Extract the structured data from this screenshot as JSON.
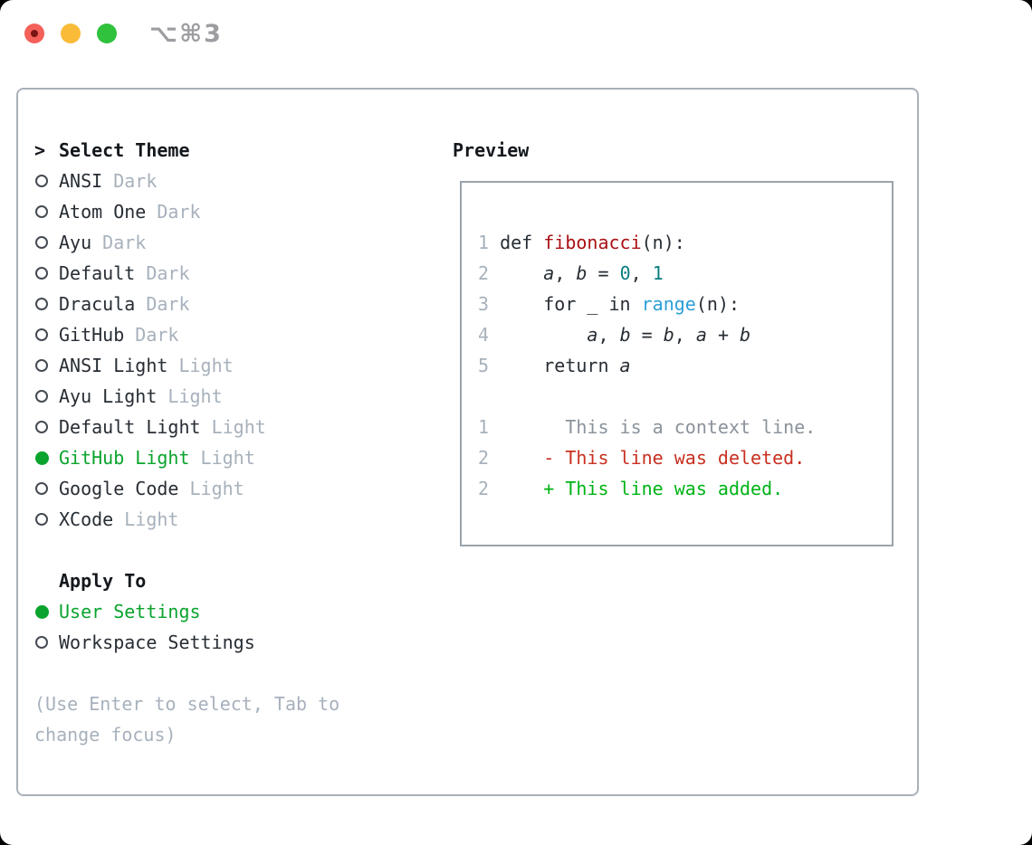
{
  "window": {
    "title": "⌥⌘3"
  },
  "colors": {
    "accent-green": "#0aa32d",
    "diff-add": "#00b316",
    "diff-del": "#c8301f",
    "syn-red": "#a91115",
    "syn-teal": "#0a7d80",
    "syn-blue": "#2b9fd8",
    "ink": "#272d34",
    "header-ink": "#14181d",
    "muted": "#a7b1bc",
    "ctx-gray": "#8a929b",
    "radio-border": "#454b53",
    "panel-border": "#a9b1ba",
    "preview-border": "#9aa3ad",
    "title-gray": "#9c9ca1",
    "traffic-red": "#f4605a",
    "traffic-red-dot": "#791512",
    "traffic-yellow": "#f9bb38",
    "traffic-green": "#30c13d"
  },
  "theme_list": {
    "prompt": ">",
    "header": "Select Theme",
    "items": [
      {
        "name": "ANSI",
        "variant": "Dark",
        "selected": false
      },
      {
        "name": "Atom One",
        "variant": "Dark",
        "selected": false
      },
      {
        "name": "Ayu",
        "variant": "Dark",
        "selected": false
      },
      {
        "name": "Default",
        "variant": "Dark",
        "selected": false
      },
      {
        "name": "Dracula",
        "variant": "Dark",
        "selected": false
      },
      {
        "name": "GitHub",
        "variant": "Dark",
        "selected": false
      },
      {
        "name": "ANSI Light",
        "variant": "Light",
        "selected": false
      },
      {
        "name": "Ayu Light",
        "variant": "Light",
        "selected": false
      },
      {
        "name": "Default Light",
        "variant": "Light",
        "selected": false
      },
      {
        "name": "GitHub Light",
        "variant": "Light",
        "selected": true
      },
      {
        "name": "Google Code",
        "variant": "Light",
        "selected": false
      },
      {
        "name": "XCode",
        "variant": "Light",
        "selected": false
      }
    ]
  },
  "apply_to": {
    "header": "Apply To",
    "items": [
      {
        "label": "User Settings",
        "selected": true
      },
      {
        "label": "Workspace Settings",
        "selected": false
      }
    ]
  },
  "hint": "(Use Enter to select, Tab to change focus)",
  "preview": {
    "header": "Preview",
    "lines": [
      [
        {
          "t": "1 ",
          "c": "ln"
        },
        {
          "t": "def ",
          "c": "d"
        },
        {
          "t": "fibonacci",
          "c": "red"
        },
        {
          "t": "(n):",
          "c": "d"
        }
      ],
      [
        {
          "t": "2 ",
          "c": "ln"
        },
        {
          "t": "    ",
          "c": "d"
        },
        {
          "t": "a",
          "c": "v"
        },
        {
          "t": ", ",
          "c": "d"
        },
        {
          "t": "b",
          "c": "v"
        },
        {
          "t": " = ",
          "c": "d"
        },
        {
          "t": "0",
          "c": "teal"
        },
        {
          "t": ", ",
          "c": "d"
        },
        {
          "t": "1",
          "c": "teal"
        }
      ],
      [
        {
          "t": "3 ",
          "c": "ln"
        },
        {
          "t": "    for _ in ",
          "c": "d"
        },
        {
          "t": "range",
          "c": "blue"
        },
        {
          "t": "(n):",
          "c": "d"
        }
      ],
      [
        {
          "t": "4 ",
          "c": "ln"
        },
        {
          "t": "        ",
          "c": "d"
        },
        {
          "t": "a",
          "c": "v"
        },
        {
          "t": ", ",
          "c": "d"
        },
        {
          "t": "b",
          "c": "v"
        },
        {
          "t": " = ",
          "c": "d"
        },
        {
          "t": "b",
          "c": "v"
        },
        {
          "t": ", ",
          "c": "d"
        },
        {
          "t": "a",
          "c": "v"
        },
        {
          "t": " + ",
          "c": "d"
        },
        {
          "t": "b",
          "c": "v"
        }
      ],
      [
        {
          "t": "5 ",
          "c": "ln"
        },
        {
          "t": "    return ",
          "c": "d"
        },
        {
          "t": "a",
          "c": "v"
        }
      ],
      [],
      [
        {
          "t": "1 ",
          "c": "ln"
        },
        {
          "t": "      This is a context line.",
          "c": "ctx"
        }
      ],
      [
        {
          "t": "2 ",
          "c": "ln"
        },
        {
          "t": "    ",
          "c": "d"
        },
        {
          "t": "- This line was deleted.",
          "c": "del"
        }
      ],
      [
        {
          "t": "2 ",
          "c": "ln"
        },
        {
          "t": "    ",
          "c": "d"
        },
        {
          "t": "+ This line was added.",
          "c": "add"
        }
      ]
    ]
  }
}
